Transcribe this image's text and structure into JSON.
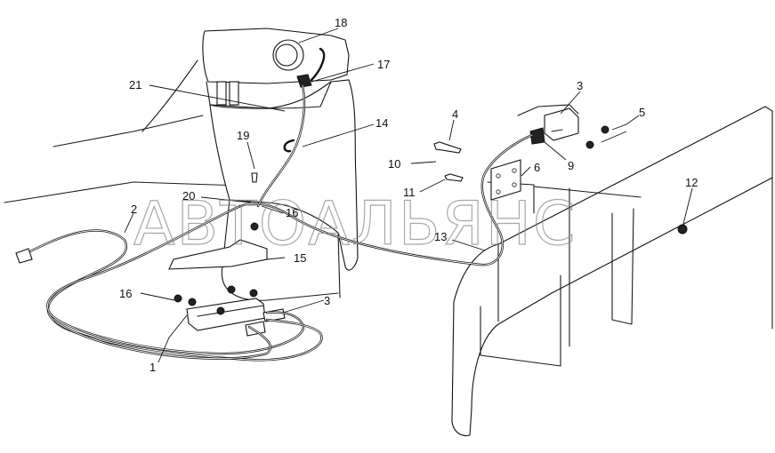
{
  "diagram": {
    "watermark": "АВТОАЛЬЯНС",
    "callouts": [
      {
        "id": "c1",
        "label": "1"
      },
      {
        "id": "c2",
        "label": "2"
      },
      {
        "id": "c3a",
        "label": "3"
      },
      {
        "id": "c3b",
        "label": "3"
      },
      {
        "id": "c4",
        "label": "4"
      },
      {
        "id": "c5",
        "label": "5"
      },
      {
        "id": "c6",
        "label": "6"
      },
      {
        "id": "c9",
        "label": "9"
      },
      {
        "id": "c10",
        "label": "10"
      },
      {
        "id": "c11",
        "label": "11"
      },
      {
        "id": "c12",
        "label": "12"
      },
      {
        "id": "c13",
        "label": "13"
      },
      {
        "id": "c14",
        "label": "14"
      },
      {
        "id": "c15",
        "label": "15"
      },
      {
        "id": "c16a",
        "label": "16"
      },
      {
        "id": "c16b",
        "label": "16"
      },
      {
        "id": "c17",
        "label": "17"
      },
      {
        "id": "c18",
        "label": "18"
      },
      {
        "id": "c19",
        "label": "19"
      },
      {
        "id": "c20",
        "label": "20"
      },
      {
        "id": "c21",
        "label": "21"
      }
    ]
  }
}
